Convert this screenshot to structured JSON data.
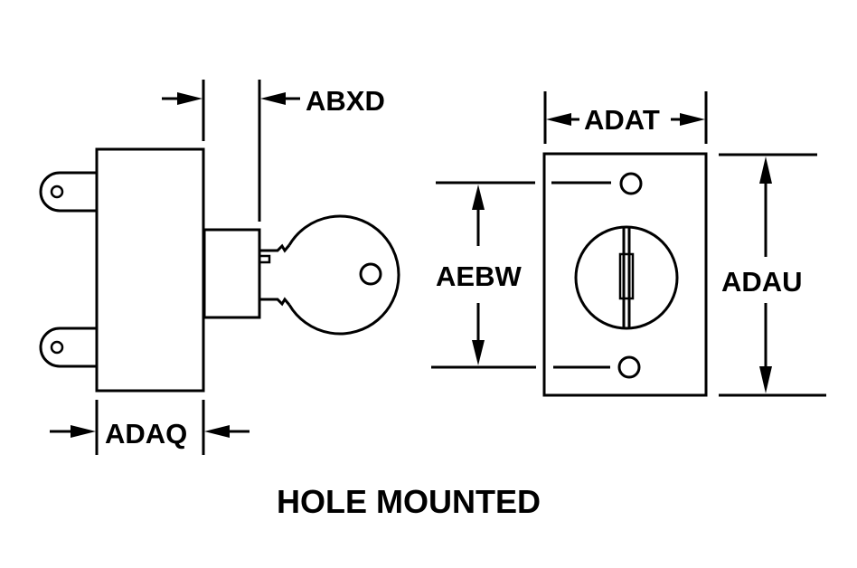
{
  "title": "HOLE MOUNTED",
  "colors": {
    "background": "#ffffff",
    "ink": "#000000"
  },
  "side_view": {
    "dimensions": {
      "key_projection": "ABXD",
      "body_depth": "ADAQ"
    }
  },
  "front_view": {
    "dimensions": {
      "plate_width": "ADAT",
      "hole_spacing": "AEBW",
      "plate_height": "ADAU"
    }
  }
}
